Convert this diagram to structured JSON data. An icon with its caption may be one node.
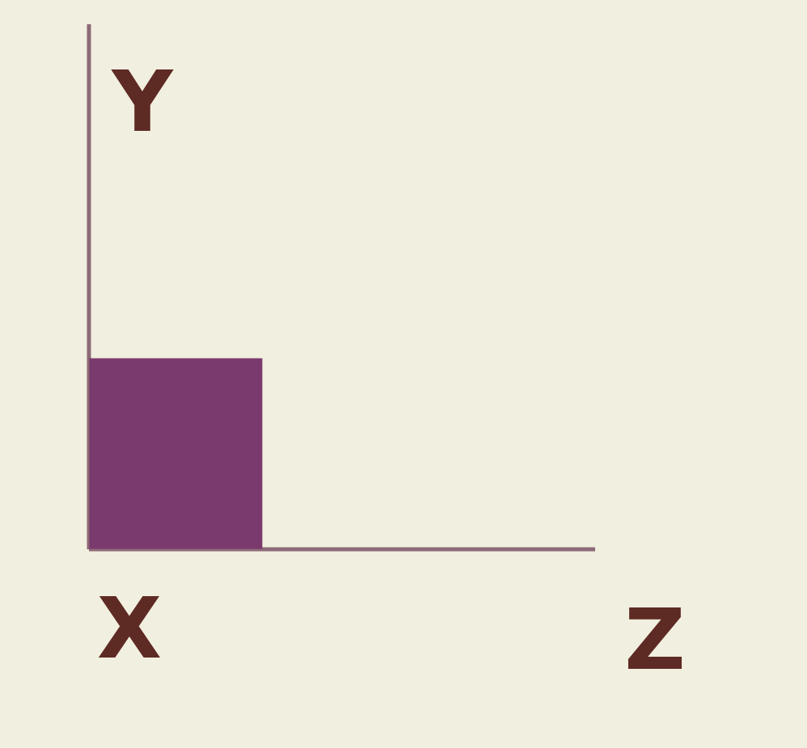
{
  "diagram": {
    "nodes": [
      {
        "text": [],
        "shape": "box"
      }
    ],
    "labels": [
      "Y",
      "X",
      "Z"
    ]
  }
}
